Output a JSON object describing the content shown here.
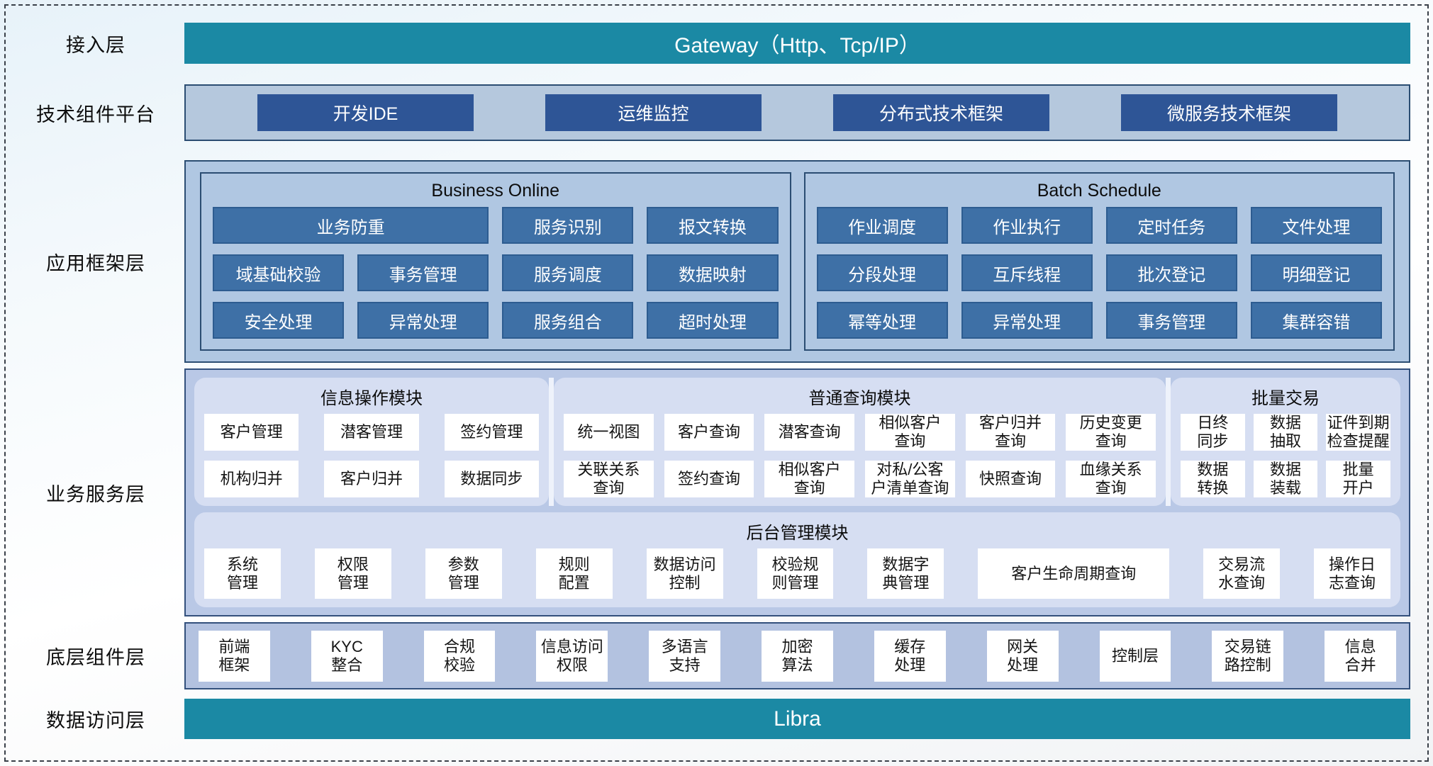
{
  "colors": {
    "teal": "#1b89a4",
    "dark_blue": "#2e5596",
    "mid_blue": "#3e70a6",
    "container_blue": "#b0c7e2",
    "module_blue": "#d6def2",
    "border_navy": "#2b4d72"
  },
  "layers": {
    "access": {
      "label": "接入层",
      "gateway": "Gateway（Http、Tcp/IP）"
    },
    "tech": {
      "label": "技术组件平台",
      "items": [
        "开发IDE",
        "运维监控",
        "分布式技术框架",
        "微服务技术框架"
      ]
    },
    "appfw": {
      "label": "应用框架层",
      "groups": [
        {
          "title": "Business Online",
          "cells": [
            "业务防重",
            "服务识别",
            "报文转换",
            "域基础校验",
            "事务管理",
            "服务调度",
            "数据映射",
            "安全处理",
            "异常处理",
            "服务组合",
            "超时处理"
          ]
        },
        {
          "title": "Batch Schedule",
          "cells": [
            "作业调度",
            "作业执行",
            "定时任务",
            "文件处理",
            "分段处理",
            "互斥线程",
            "批次登记",
            "明细登记",
            "幂等处理",
            "异常处理",
            "事务管理",
            "集群容错"
          ]
        }
      ]
    },
    "bizsvc": {
      "label": "业务服务层",
      "info_module": {
        "title": "信息操作模块",
        "cells": [
          "客户管理",
          "潜客管理",
          "签约管理",
          "机构归并",
          "客户归并",
          "数据同步"
        ]
      },
      "query_module": {
        "title": "普通查询模块",
        "cells": [
          "统一视图",
          "客户查询",
          "潜客查询",
          "相似客户\n查询",
          "客户归并\n查询",
          "历史变更\n查询",
          "关联关系\n查询",
          "签约查询",
          "相似客户\n查询",
          "对私/公客\n户清单查询",
          "快照查询",
          "血缘关系\n查询"
        ]
      },
      "batch_module": {
        "title": "批量交易",
        "cells": [
          "日终\n同步",
          "数据\n抽取",
          "证件到期\n检查提醒",
          "数据\n转换",
          "数据\n装载",
          "批量\n开户"
        ]
      },
      "admin_module": {
        "title": "后台管理模块",
        "cells": [
          "系统\n管理",
          "权限\n管理",
          "参数\n管理",
          "规则\n配置",
          "数据访问\n控制",
          "校验规\n则管理",
          "数据字\n典管理",
          "客户生命周期查询",
          "交易流\n水查询",
          "操作日\n志查询"
        ]
      }
    },
    "bottom": {
      "label": "底层组件层",
      "cells": [
        "前端\n框架",
        "KYC\n整合",
        "合规\n校验",
        "信息访问\n权限",
        "多语言\n支持",
        "加密\n算法",
        "缓存\n处理",
        "网关\n处理",
        "控制层",
        "交易链\n路控制",
        "信息\n合并"
      ]
    },
    "data_access": {
      "label": "数据访问层",
      "libra": "Libra"
    }
  }
}
